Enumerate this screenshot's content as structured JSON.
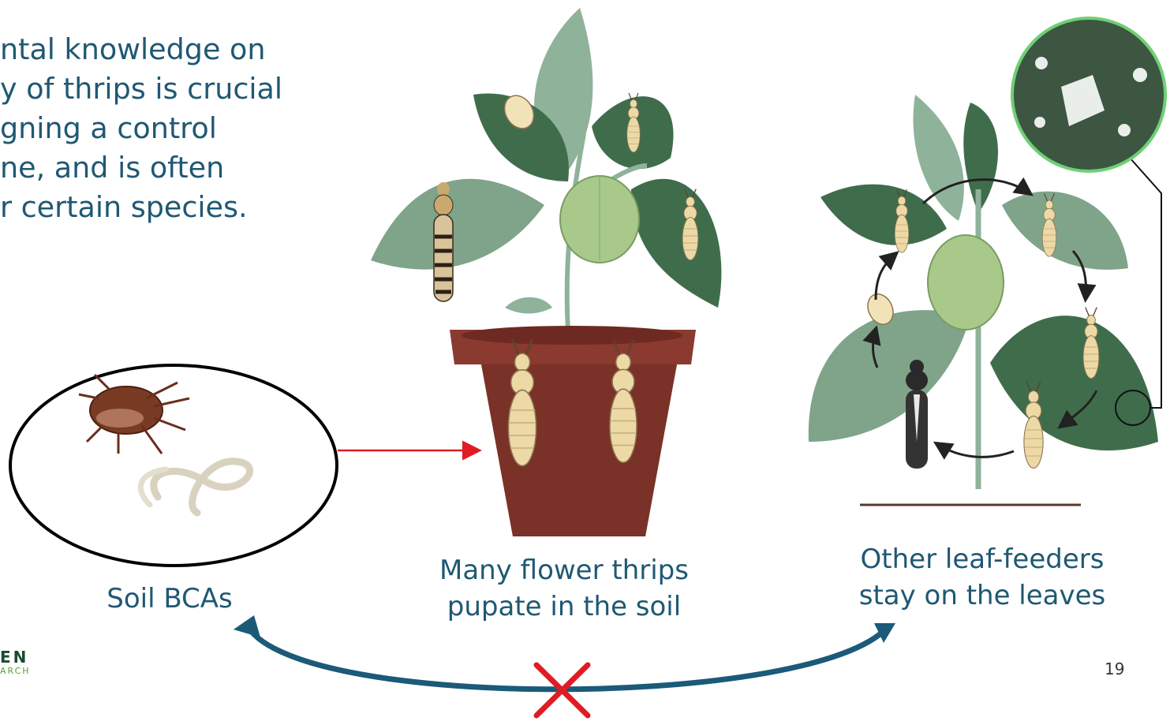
{
  "intro_lines": [
    "ntal knowledge on",
    "y of thrips is crucial",
    "gning a control",
    "ne, and is often",
    "r certain species."
  ],
  "captions": {
    "soil_bcas": "Soil BCAs",
    "pupate_line1": "Many flower thrips",
    "pupate_line2": "pupate in the soil",
    "leaf_line1": "Other leaf-feeders",
    "leaf_line2": "stay on the leaves"
  },
  "logo": {
    "line1": "EN",
    "line2": "ARCH"
  },
  "page_number": "19",
  "colors": {
    "text": "#1f5873",
    "arc": "#1b5a78",
    "cross": "#e01b24",
    "arrow": "#e01b24",
    "pot": "#8a3a2e",
    "soil": "#6e2a22",
    "leaf_dark": "#3e6b4a",
    "leaf_light": "#7fa48a",
    "pepper": "#a8c98a",
    "thrips": "#ecd9a6"
  },
  "icons": [
    "mite-icon",
    "nematode-icon",
    "thrips-icon",
    "pepper-icon",
    "cycle-arrow-icon",
    "magnifier-icon"
  ]
}
